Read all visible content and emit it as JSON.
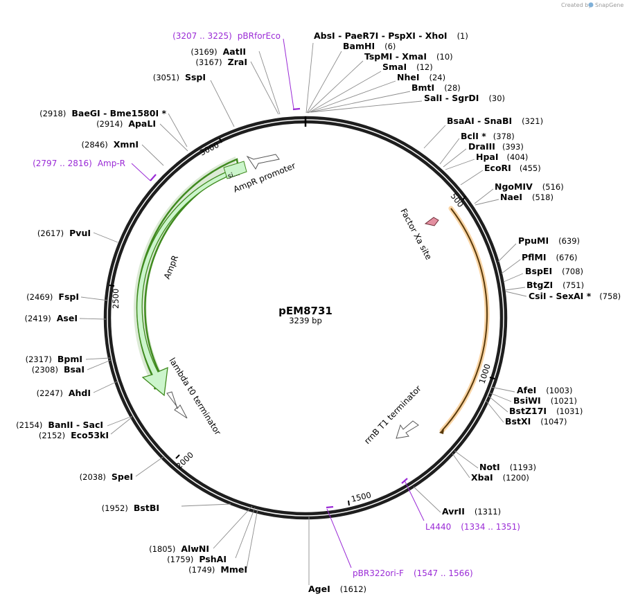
{
  "credit": {
    "created_by": "Created by",
    "brand": "SnapGene"
  },
  "map": {
    "name": "pEM8731",
    "length_label": "3239 bp",
    "ticks": [
      "500",
      "1000",
      "1500",
      "2000",
      "2500",
      "3000"
    ]
  },
  "colors": {
    "backbone": "#1e1e1e",
    "primer": "#9a2ad6",
    "ampr": "#ccf5cc",
    "ampr_edge": "#3f8a1e",
    "factor_xa": "#e38fa0",
    "orange_feature": "#f2a13a",
    "leader": "#8c8c8c"
  },
  "sites": [
    {
      "segs": [
        {
          "name": "AbsI"
        },
        {
          "name": "PaeR7I"
        },
        {
          "name": "PspXI"
        },
        {
          "name": "XhoI"
        }
      ],
      "pos": "(1)"
    },
    {
      "segs": [
        {
          "name": "BamHI"
        }
      ],
      "pos": "(6)"
    },
    {
      "segs": [
        {
          "name": "TspMI"
        },
        {
          "name": "XmaI"
        }
      ],
      "pos": "(10)"
    },
    {
      "segs": [
        {
          "name": "SmaI"
        }
      ],
      "pos": "(12)"
    },
    {
      "segs": [
        {
          "name": "NheI"
        }
      ],
      "pos": "(24)"
    },
    {
      "segs": [
        {
          "name": "BmtI"
        }
      ],
      "pos": "(28)"
    },
    {
      "segs": [
        {
          "name": "SalI"
        },
        {
          "name": "SgrDI"
        }
      ],
      "pos": "(30)"
    },
    {
      "segs": [
        {
          "name": "BsaAI"
        },
        {
          "name": "SnaBI"
        }
      ],
      "pos": "(321)"
    },
    {
      "segs": [
        {
          "name": "BclI *"
        }
      ],
      "pos": "(378)"
    },
    {
      "segs": [
        {
          "name": "DraIII"
        }
      ],
      "pos": "(393)"
    },
    {
      "segs": [
        {
          "name": "HpaI"
        }
      ],
      "pos": "(404)"
    },
    {
      "segs": [
        {
          "name": "EcoRI"
        }
      ],
      "pos": "(455)"
    },
    {
      "segs": [
        {
          "name": "NgoMIV"
        }
      ],
      "pos": "(516)"
    },
    {
      "segs": [
        {
          "name": "NaeI"
        }
      ],
      "pos": "(518)"
    },
    {
      "segs": [
        {
          "name": "PpuMI"
        }
      ],
      "pos": "(639)"
    },
    {
      "segs": [
        {
          "name": "PflMI"
        }
      ],
      "pos": "(676)"
    },
    {
      "segs": [
        {
          "name": "BspEI"
        }
      ],
      "pos": "(708)"
    },
    {
      "segs": [
        {
          "name": "BtgZI"
        }
      ],
      "pos": "(751)"
    },
    {
      "segs": [
        {
          "name": "CsiI"
        },
        {
          "name": "SexAI *"
        }
      ],
      "pos": "(758)"
    },
    {
      "segs": [
        {
          "name": "AfeI"
        }
      ],
      "pos": "(1003)"
    },
    {
      "segs": [
        {
          "name": "BsiWI"
        }
      ],
      "pos": "(1021)"
    },
    {
      "segs": [
        {
          "name": "BstZ17I"
        }
      ],
      "pos": "(1031)"
    },
    {
      "segs": [
        {
          "name": "BstXI"
        }
      ],
      "pos": "(1047)"
    },
    {
      "segs": [
        {
          "name": "NotI"
        }
      ],
      "pos": "(1193)"
    },
    {
      "segs": [
        {
          "name": "XbaI"
        }
      ],
      "pos": "(1200)"
    },
    {
      "segs": [
        {
          "name": "AvrII"
        }
      ],
      "pos": "(1311)"
    },
    {
      "segs": [
        {
          "name": "AgeI"
        }
      ],
      "pos": "(1612)"
    },
    {
      "segs": [
        {
          "name": "MmeI"
        }
      ],
      "pos": "(1749)"
    },
    {
      "segs": [
        {
          "name": "PshAI"
        }
      ],
      "pos": "(1759)"
    },
    {
      "segs": [
        {
          "name": "AlwNI"
        }
      ],
      "pos": "(1805)"
    },
    {
      "segs": [
        {
          "name": "BstBI"
        }
      ],
      "pos": "(1952)"
    },
    {
      "segs": [
        {
          "name": "SpeI"
        }
      ],
      "pos": "(2038)"
    },
    {
      "segs": [
        {
          "name": "Eco53kI"
        }
      ],
      "pos": "(2152)"
    },
    {
      "segs": [
        {
          "name": "BanII"
        },
        {
          "name": "SacI"
        }
      ],
      "pos": "(2154)"
    },
    {
      "segs": [
        {
          "name": "AhdI"
        }
      ],
      "pos": "(2247)"
    },
    {
      "segs": [
        {
          "name": "BsaI"
        }
      ],
      "pos": "(2308)"
    },
    {
      "segs": [
        {
          "name": "BpmI"
        }
      ],
      "pos": "(2317)"
    },
    {
      "segs": [
        {
          "name": "AseI"
        }
      ],
      "pos": "(2419)"
    },
    {
      "segs": [
        {
          "name": "FspI"
        }
      ],
      "pos": "(2469)"
    },
    {
      "segs": [
        {
          "name": "PvuI"
        }
      ],
      "pos": "(2617)"
    },
    {
      "segs": [
        {
          "name": "XmnI"
        }
      ],
      "pos": "(2846)"
    },
    {
      "segs": [
        {
          "name": "ApaLI"
        }
      ],
      "pos": "(2914)"
    },
    {
      "segs": [
        {
          "name": "BaeGI"
        },
        {
          "name": "Bme1580I *"
        }
      ],
      "pos": "(2918)"
    },
    {
      "segs": [
        {
          "name": "SspI"
        }
      ],
      "pos": "(3051)"
    },
    {
      "segs": [
        {
          "name": "ZraI"
        }
      ],
      "pos": "(3167)"
    },
    {
      "segs": [
        {
          "name": "AatII"
        }
      ],
      "pos": "(3169)"
    }
  ],
  "primers": [
    {
      "name": "pBRforEco",
      "range": "(3207 .. 3225)"
    },
    {
      "name": "Amp-R",
      "range": "(2797 .. 2816)"
    },
    {
      "name": "L4440",
      "range": "(1334 .. 1351)"
    },
    {
      "name": "pBR322ori-F",
      "range": "(1547 .. 1566)"
    }
  ],
  "features": {
    "ampr": "AmpR",
    "ampr_promoter": "AmpR promoter",
    "ampr_signal": "si...",
    "lambda_t0": "lambda t0 terminator",
    "rrnb_t1": "rrnB T1 terminator",
    "factor_xa": "Factor Xa site"
  }
}
